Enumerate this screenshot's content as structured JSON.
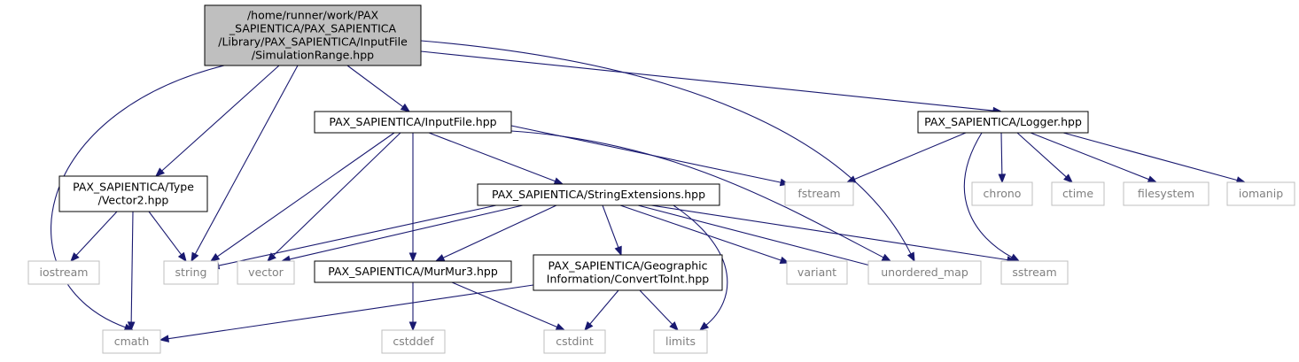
{
  "colors": {
    "edge": "#191970",
    "root_fill": "#bfbfbf",
    "local_border": "#000000",
    "system_border": "#bfbfbf",
    "system_text": "#7f7f7f"
  },
  "nodes": {
    "root": {
      "lines": [
        "/home/runner/work/PAX",
        "_SAPIENTICA/PAX_SAPIENTICA",
        "/Library/PAX_SAPIENTICA/InputFile",
        "/SimulationRange.hpp"
      ],
      "kind": "root"
    },
    "inputfile": {
      "lines": [
        "PAX_SAPIENTICA/InputFile.hpp"
      ],
      "kind": "local"
    },
    "logger": {
      "lines": [
        "PAX_SAPIENTICA/Logger.hpp"
      ],
      "kind": "local"
    },
    "vector2": {
      "lines": [
        "PAX_SAPIENTICA/Type",
        "/Vector2.hpp"
      ],
      "kind": "local"
    },
    "stringext": {
      "lines": [
        "PAX_SAPIENTICA/StringExtensions.hpp"
      ],
      "kind": "local"
    },
    "murmur3": {
      "lines": [
        "PAX_SAPIENTICA/MurMur3.hpp"
      ],
      "kind": "local"
    },
    "converttoint": {
      "lines": [
        "PAX_SAPIENTICA/Geographic",
        "Information/ConvertToInt.hpp"
      ],
      "kind": "local"
    },
    "fstream": {
      "lines": [
        "fstream"
      ],
      "kind": "system"
    },
    "chrono": {
      "lines": [
        "chrono"
      ],
      "kind": "system"
    },
    "ctime": {
      "lines": [
        "ctime"
      ],
      "kind": "system"
    },
    "filesystem": {
      "lines": [
        "filesystem"
      ],
      "kind": "system"
    },
    "iomanip": {
      "lines": [
        "iomanip"
      ],
      "kind": "system"
    },
    "iostream": {
      "lines": [
        "iostream"
      ],
      "kind": "system"
    },
    "string": {
      "lines": [
        "string"
      ],
      "kind": "system"
    },
    "vector": {
      "lines": [
        "vector"
      ],
      "kind": "system"
    },
    "variant": {
      "lines": [
        "variant"
      ],
      "kind": "system"
    },
    "unordered_map": {
      "lines": [
        "unordered_map"
      ],
      "kind": "system"
    },
    "sstream": {
      "lines": [
        "sstream"
      ],
      "kind": "system"
    },
    "cmath": {
      "lines": [
        "cmath"
      ],
      "kind": "system"
    },
    "cstddef": {
      "lines": [
        "cstddef"
      ],
      "kind": "system"
    },
    "cstdint": {
      "lines": [
        "cstdint"
      ],
      "kind": "system"
    },
    "limits": {
      "lines": [
        "limits"
      ],
      "kind": "system"
    }
  },
  "edges": [
    [
      "root",
      "inputfile"
    ],
    [
      "root",
      "logger"
    ],
    [
      "root",
      "vector2"
    ],
    [
      "root",
      "string"
    ],
    [
      "root",
      "cmath"
    ],
    [
      "root",
      "unordered_map"
    ],
    [
      "inputfile",
      "string"
    ],
    [
      "inputfile",
      "vector"
    ],
    [
      "inputfile",
      "murmur3"
    ],
    [
      "inputfile",
      "stringext"
    ],
    [
      "inputfile",
      "fstream"
    ],
    [
      "inputfile",
      "unordered_map"
    ],
    [
      "logger",
      "fstream"
    ],
    [
      "logger",
      "sstream"
    ],
    [
      "logger",
      "chrono"
    ],
    [
      "logger",
      "ctime"
    ],
    [
      "logger",
      "filesystem"
    ],
    [
      "logger",
      "iomanip"
    ],
    [
      "vector2",
      "iostream"
    ],
    [
      "vector2",
      "string"
    ],
    [
      "vector2",
      "cmath"
    ],
    [
      "stringext",
      "string"
    ],
    [
      "stringext",
      "vector"
    ],
    [
      "stringext",
      "murmur3"
    ],
    [
      "stringext",
      "converttoint"
    ],
    [
      "stringext",
      "variant"
    ],
    [
      "stringext",
      "unordered_map"
    ],
    [
      "stringext",
      "sstream"
    ],
    [
      "stringext",
      "limits"
    ],
    [
      "murmur3",
      "cstddef"
    ],
    [
      "murmur3",
      "cstdint"
    ],
    [
      "converttoint",
      "cmath"
    ],
    [
      "converttoint",
      "cstdint"
    ],
    [
      "converttoint",
      "limits"
    ]
  ]
}
